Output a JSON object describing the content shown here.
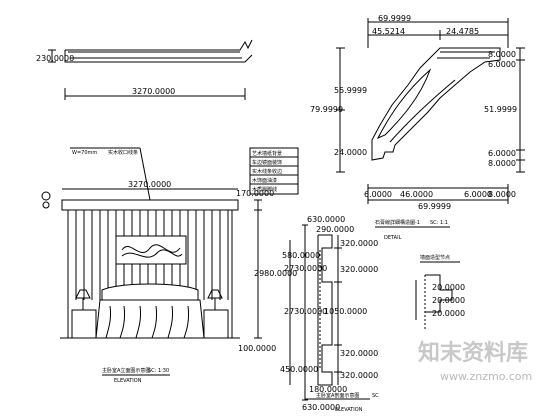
{
  "top_molding": {
    "height_label": "230.0000",
    "width_label": "3270.0000"
  },
  "crown_detail": {
    "total_width": "69.9999",
    "width_a": "45.5214",
    "width_b": "24.4785",
    "left_dim_a": "55.9999",
    "left_dim_b": "79.9999",
    "left_dim_c": "24.0000",
    "right_dim_a": "8.0000",
    "right_dim_b": "6.0000",
    "right_dim_c": "51.9999",
    "right_dim_d": "6.0000",
    "right_dim_e": "8.0000",
    "bottom_a": "6.0000",
    "bottom_b": "46.0000",
    "bottom_c": "6.0000",
    "bottom_d": "8.0000",
    "bottom_total": "69.9999",
    "caption": "石膏線詳細構造圖-1",
    "scale": "SC: 1:1",
    "label": "DETAIL"
  },
  "elevation": {
    "w_note": "W=70mm",
    "w_note_cn": "实木收口线条",
    "note_a": "艺术墙纸背景",
    "note_b": "车边镜面装饰",
    "note_c": "实木线条收边",
    "note_d": "木饰面油漆",
    "note_e": "木质踢脚线",
    "top_dim": "3270.0000",
    "right_top": "170.0000",
    "right_height": "2980.0000",
    "right_bottom": "100.0000",
    "caption": "主卧室A立面图示意图",
    "scale": "SC: 1:30",
    "label": "ELEVATION"
  },
  "section": {
    "d1": "630.0000",
    "d2": "290.0000",
    "d3": "320.0000",
    "d4": "580.0000",
    "d5": "2730.0000",
    "d6": "320.0000",
    "d7": "2730.0000",
    "d8": "1050.0000",
    "d9": "320.0000",
    "d10": "450.0000",
    "d11": "320.0000",
    "d12": "180.0000",
    "d13": "630.0000",
    "caption": "主卧室A剖面示意图",
    "scale": "SC",
    "label": "ELEVATION"
  },
  "small_detail": {
    "caption": "墙面造型节点",
    "d1": "20.0000",
    "d2": "20.0000",
    "d3": "20.0000"
  },
  "watermark": {
    "cn": "知末资料库",
    "url": "www.znzmo.com"
  }
}
